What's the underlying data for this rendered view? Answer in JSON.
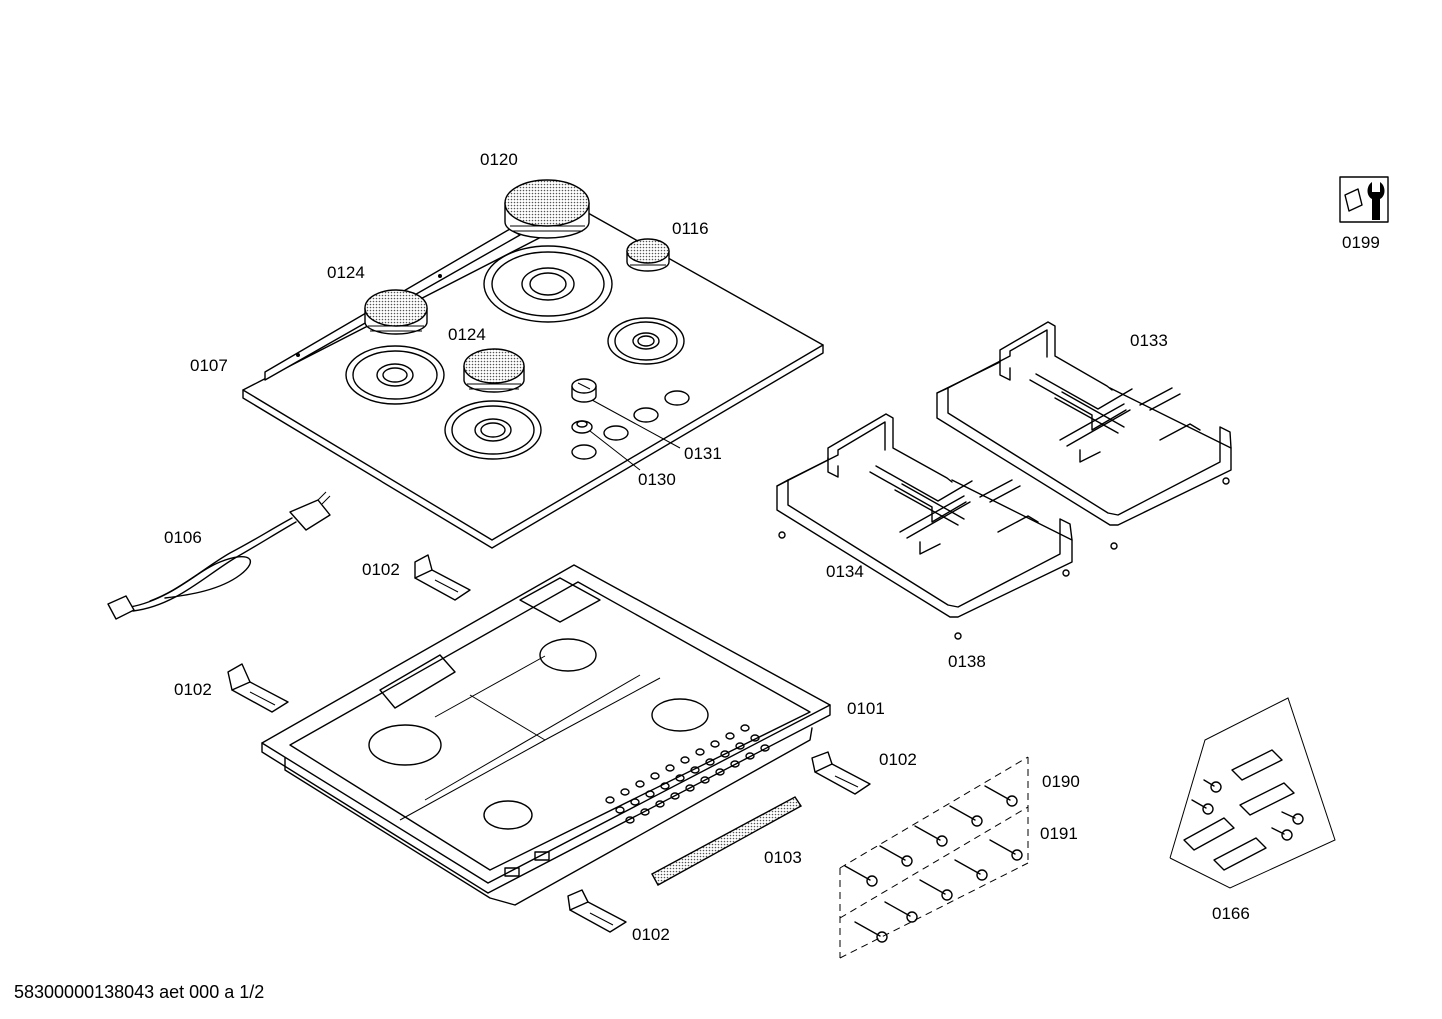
{
  "parts": [
    {
      "id": "p0120",
      "label": "0120"
    },
    {
      "id": "p0116",
      "label": "0116"
    },
    {
      "id": "p0124a",
      "label": "0124"
    },
    {
      "id": "p0124b",
      "label": "0124"
    },
    {
      "id": "p0107",
      "label": "0107"
    },
    {
      "id": "p0131",
      "label": "0131"
    },
    {
      "id": "p0130",
      "label": "0130"
    },
    {
      "id": "p0133",
      "label": "0133"
    },
    {
      "id": "p0134",
      "label": "0134"
    },
    {
      "id": "p0138",
      "label": "0138"
    },
    {
      "id": "p0106",
      "label": "0106"
    },
    {
      "id": "p0102a",
      "label": "0102"
    },
    {
      "id": "p0102b",
      "label": "0102"
    },
    {
      "id": "p0102c",
      "label": "0102"
    },
    {
      "id": "p0102d",
      "label": "0102"
    },
    {
      "id": "p0101",
      "label": "0101"
    },
    {
      "id": "p0103",
      "label": "0103"
    },
    {
      "id": "p0190",
      "label": "0190"
    },
    {
      "id": "p0191",
      "label": "0191"
    },
    {
      "id": "p0166",
      "label": "0166"
    },
    {
      "id": "p0199",
      "label": "0199"
    }
  ],
  "footer": "58300000138043 aet 000 a 1/2",
  "colors": {
    "line": "#000000",
    "background": "#ffffff"
  },
  "icons": {
    "service": "wrench-icon"
  }
}
